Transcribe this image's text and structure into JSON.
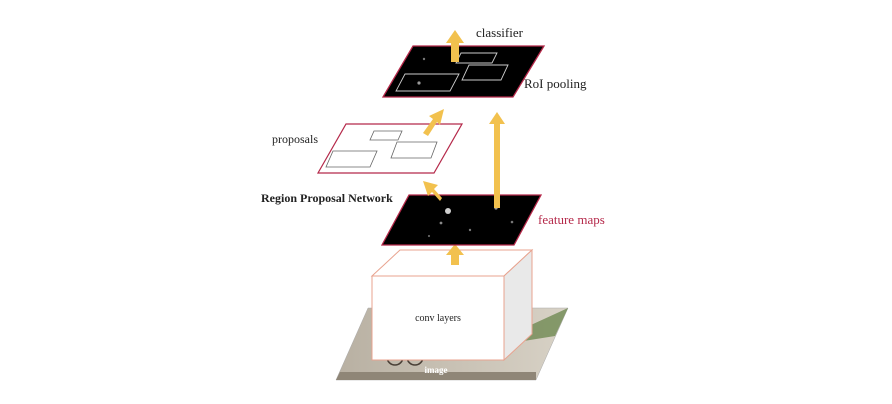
{
  "labels": {
    "classifier": "classifier",
    "roi_pooling": "RoI pooling",
    "proposals": "proposals",
    "rpn": "Region Proposal Network",
    "feature_maps": "feature maps",
    "conv_layers": "conv layers",
    "image": "image"
  },
  "colors": {
    "arrow": "#f2c14e",
    "plane_border": "#b5294a",
    "feature_label": "#b5294a",
    "box_edge": "#e8a38f",
    "map_fill": "#000000",
    "text": "#222222"
  }
}
